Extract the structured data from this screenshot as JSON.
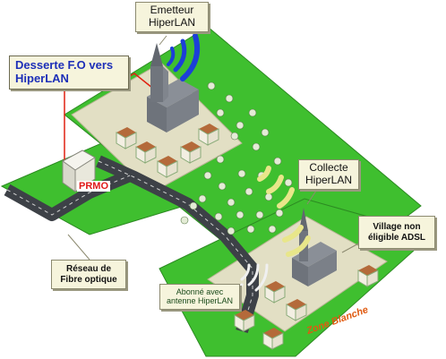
{
  "labels": {
    "emetteur_line1": "Emetteur",
    "emetteur_line2": "HiperLAN",
    "desserte_line1": "Desserte F.O vers",
    "desserte_line2": "HiperLAN",
    "collecte_line1": "Collecte",
    "collecte_line2": "HiperLAN",
    "village_line1": "Village non",
    "village_line2": "éligible ADSL",
    "reseau_line1": "Réseau de",
    "reseau_line2": "Fibre optique",
    "abonne_line1": "Abonné avec",
    "abonne_line2": "antenne HiperLAN",
    "prmo": "PRMO",
    "zone_blanche": "Zone Blanche"
  },
  "colors": {
    "grass": "#3fbf2f",
    "grass_edge": "#2c8a22",
    "plaza": "#e2dfc4",
    "road": "#3d4147",
    "fibre_line": "#e02010",
    "wave_blue": "#1c3fd8",
    "wave_yellow": "#e8e68a",
    "wave_white": "#f0f0f0",
    "prmo_text": "#e01818",
    "zone_text": "#e05a10"
  }
}
